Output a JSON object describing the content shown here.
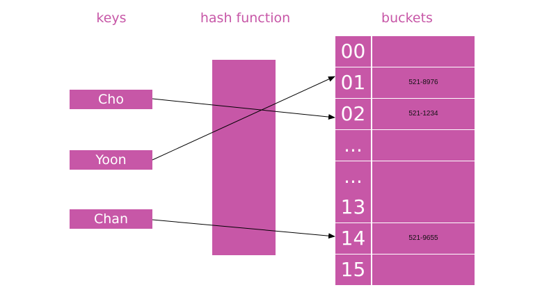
{
  "headings": {
    "keys": "keys",
    "hash_function": "hash function",
    "buckets": "buckets"
  },
  "keys": [
    "Cho",
    "Yoon",
    "Chan"
  ],
  "buckets": [
    {
      "index": "00",
      "value": ""
    },
    {
      "index": "01",
      "value": "521-8976"
    },
    {
      "index": "02",
      "value": "521-1234"
    },
    {
      "index": "...",
      "value": ""
    },
    {
      "index": "...",
      "value": ""
    },
    {
      "index": "13",
      "value": ""
    },
    {
      "index": "14",
      "value": "521-9655"
    },
    {
      "index": "15",
      "value": ""
    }
  ],
  "mappings": [
    {
      "key": "Cho",
      "bucket": "02"
    },
    {
      "key": "Yoon",
      "bucket": "01"
    },
    {
      "key": "Chan",
      "bucket": "14"
    }
  ],
  "colors": {
    "accent": "#c757a7",
    "arrow": "#000000"
  }
}
